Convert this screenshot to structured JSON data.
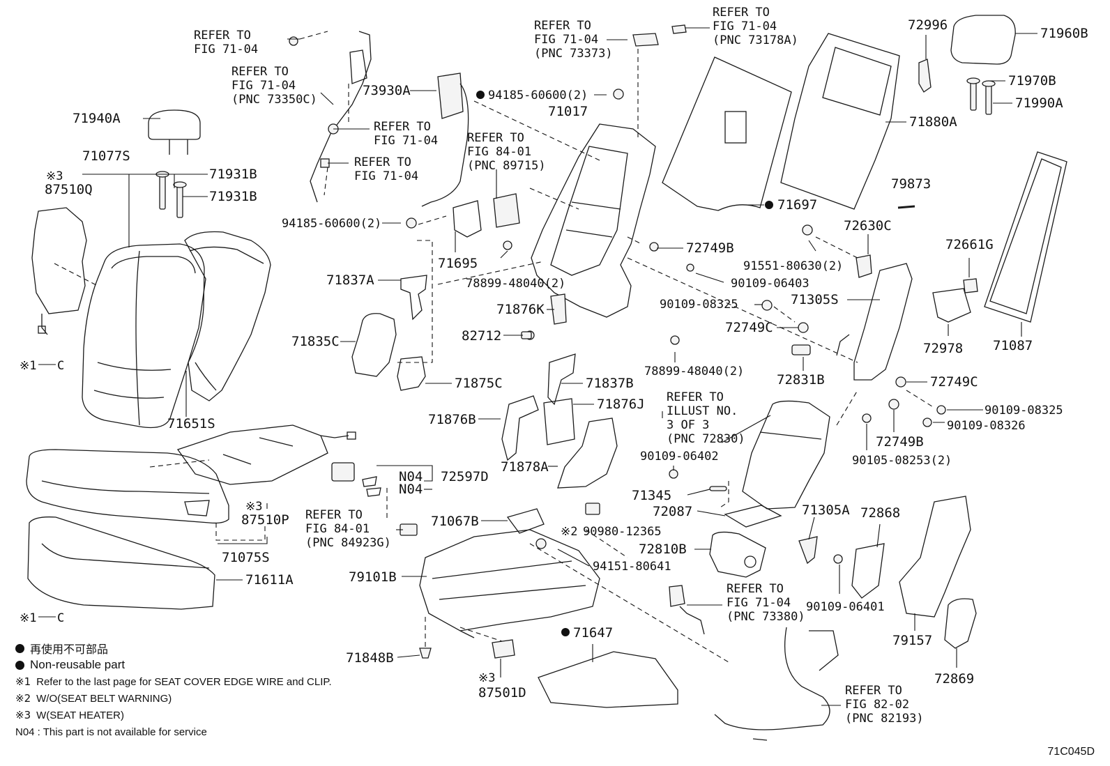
{
  "labels": {
    "p71940A": "71940A",
    "p71077S": "71077S",
    "p87510Q": "87510Q",
    "p71931B_1": "71931B",
    "p71931B_2": "71931B",
    "p71651S": "71651S",
    "p87510P": "87510P",
    "p71075S": "71075S",
    "p71611A": "71611A",
    "p73930A": "73930A",
    "p94185a": "94185-60600(2)",
    "p94185b": "94185-60600(2)",
    "p71017": "71017",
    "p71695": "71695",
    "p71837A": "71837A",
    "p71835C": "71835C",
    "p71876K": "71876K",
    "p82712": "82712",
    "p71875C": "71875C",
    "p78899a": "78899-48040(2)",
    "p78899b": "78899-48040(2)",
    "p71837B": "71837B",
    "p71876B": "71876B",
    "p71876J": "71876J",
    "p71878A": "71878A",
    "p72597D": "72597D",
    "p71067B": "71067B",
    "p90980": "90980-12365",
    "p94151": "94151-80641",
    "p79101B": "79101B",
    "p71647": "71647",
    "p71848B": "71848B",
    "p87501D": "87501D",
    "p72996": "72996",
    "p71960B": "71960B",
    "p71970B": "71970B",
    "p71990A": "71990A",
    "p71880A": "71880A",
    "p71697": "71697",
    "p79873": "79873",
    "p72630C": "72630C",
    "p72749B_1": "72749B",
    "p91551": "91551-80630(2)",
    "p90109_06403": "90109-06403",
    "p90109_08325a": "90109-08325",
    "p72749C_1": "72749C",
    "p71305S": "71305S",
    "p72661G": "72661G",
    "p72978": "72978",
    "p71087": "71087",
    "p72831B": "72831B",
    "p72749C_2": "72749C",
    "p90109_08325b": "90109-08325",
    "p90109_08326": "90109-08326",
    "p72749B_2": "72749B",
    "p90105": "90105-08253(2)",
    "p90109_06402": "90109-06402",
    "p71345": "71345",
    "p72087": "72087",
    "p71305A": "71305A",
    "p72868": "72868",
    "p72810B": "72810B",
    "p90109_06401": "90109-06401",
    "p79157": "79157",
    "p72869": "72869",
    "n04a": "N04",
    "n04b": "N04",
    "ast1a": "※1",
    "ast1b": "※1",
    "clipc1": "C",
    "clipc2": "C",
    "ast3a": "※3",
    "ast3b": "※3",
    "ast3c": "※3",
    "ast2": "※2"
  },
  "refs": {
    "r1": [
      "REFER TO",
      "FIG 71-04"
    ],
    "r2": [
      "REFER TO",
      "FIG 71-04",
      "(PNC 73350C)"
    ],
    "r3": [
      "REFER TO",
      "FIG 71-04"
    ],
    "r4": [
      "REFER TO",
      "FIG 71-04"
    ],
    "r5": [
      "REFER TO",
      "FIG 71-04",
      "(PNC 73373)"
    ],
    "r6": [
      "REFER TO",
      "FIG 71-04",
      "(PNC 73178A)"
    ],
    "r7": [
      "REFER TO",
      "FIG 84-01",
      "(PNC 89715)"
    ],
    "r8": [
      "REFER TO",
      "ILLUST NO.",
      "3 OF 3",
      "(PNC 72830)"
    ],
    "r9": [
      "REFER TO",
      "FIG 84-01",
      "(PNC 84923G)"
    ],
    "r10": [
      "REFER TO",
      "FIG 71-04",
      "(PNC 73380)"
    ],
    "r11": [
      "REFER TO",
      "FIG 82-02",
      "(PNC 82193)"
    ]
  },
  "legend": {
    "jp": "再使用不可部品",
    "en": "Non-reusable part",
    "note1_mark": "※1",
    "note1": "Refer to the last page for SEAT COVER EDGE WIRE and CLIP.",
    "note2_mark": "※2",
    "note2": "W/O(SEAT BELT WARNING)",
    "note3_mark": "※3",
    "note3": "W(SEAT HEATER)",
    "n04": "N04 : This part is not available for service"
  },
  "figure_id": "71C045D"
}
